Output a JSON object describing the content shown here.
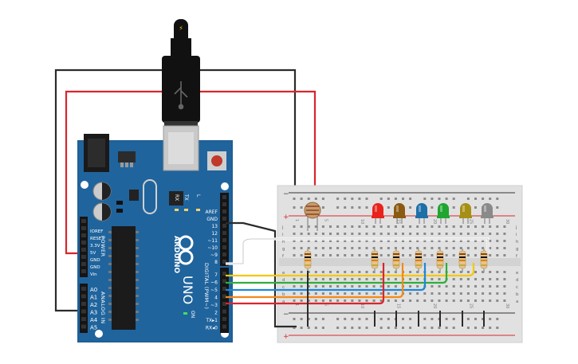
{
  "arduino": {
    "logo_text": "ARDUINO",
    "model": "UNO",
    "reset_label": "RESET",
    "usb_icon": "usb-symbol-icon",
    "power_header": "POWER",
    "analog_header": "ANALOG IN",
    "digital_header": "DIGITAL (PWM~)",
    "power_pins": [
      "IOREF",
      "RESET",
      "3.3V",
      "5V",
      "GND",
      "GND",
      "Vin"
    ],
    "analog_pins": [
      "A0",
      "A1",
      "A2",
      "A3",
      "A4",
      "A5"
    ],
    "digital_pins_top": [
      "AREF",
      "GND",
      "13",
      "12",
      "~11",
      "~10",
      "~9",
      "8"
    ],
    "digital_pins_bottom": [
      "7",
      "~6",
      "~5",
      "4",
      "~3",
      "2",
      "TX▸1",
      "RX◂0"
    ],
    "led_labels": [
      "L",
      "TX",
      "RX"
    ],
    "on_label": "ON"
  },
  "breadboard": {
    "row_letters_top": [
      "j",
      "i",
      "h",
      "g",
      "f"
    ],
    "row_letters_bottom": [
      "e",
      "d",
      "c",
      "b",
      "a"
    ],
    "column_numbers": [
      "1",
      "5",
      "10",
      "15",
      "20",
      "25",
      "30"
    ]
  },
  "components": {
    "ldr": "photoresistor",
    "leds": [
      {
        "name": "led-red",
        "color": "#e8231b"
      },
      {
        "name": "led-brown",
        "color": "#8b5a12"
      },
      {
        "name": "led-blue",
        "color": "#1e6fa8"
      },
      {
        "name": "led-green",
        "color": "#20a530"
      },
      {
        "name": "led-olive",
        "color": "#a59015"
      },
      {
        "name": "led-gray",
        "color": "#8a8a8a"
      }
    ]
  },
  "colors": {
    "board": "#1f5f97",
    "breadboard": "#e1e1e1",
    "wire_black": "#2b2b2b",
    "wire_red": "#d8262c",
    "wire_yellow": "#f3c80e",
    "wire_green": "#2fae3a",
    "wire_blue": "#1e88d8",
    "wire_orange": "#f28a1a",
    "wire_white": "#ffffff"
  }
}
